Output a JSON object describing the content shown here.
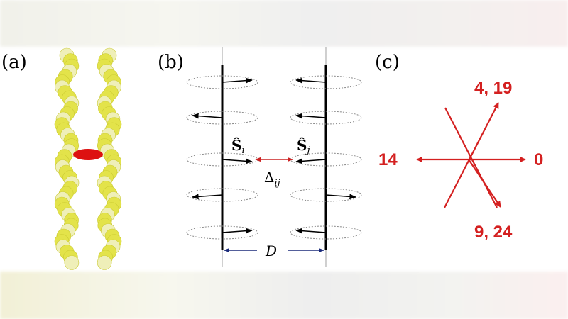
{
  "colors": {
    "bead_light": "#efefb8",
    "bead_dark": "#e3e34a",
    "bond": "#dd1111",
    "spin_arrow": "#000000",
    "exchange_arrow": "#cc2222",
    "distance_arrow": "#1a2a7a",
    "panel_c_arrows": "#d42020",
    "panel_c_labels": "#d42020"
  },
  "panel_a": {
    "label": "(a)"
  },
  "panel_b": {
    "label": "(b)",
    "spin_i_label": "Ŝ",
    "spin_i_sub": "i",
    "spin_j_label": "Ŝ",
    "spin_j_sub": "j",
    "delta_label": "Δ",
    "delta_sub": "ij",
    "distance_label": "D"
  },
  "panel_c": {
    "label": "(c)",
    "direction_labels": {
      "up_right": "4, 19",
      "left": "14",
      "right": "0",
      "down_right": "9, 24"
    }
  }
}
